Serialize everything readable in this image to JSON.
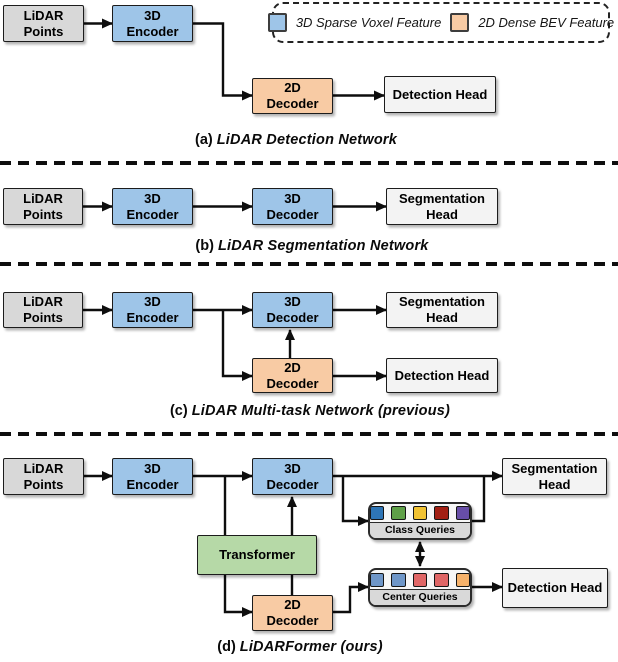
{
  "figure": {
    "colors": {
      "voxel_blue": "#9EC5E8",
      "bev_orange": "#F8CBA4",
      "transformer_green": "#B6D9A7",
      "input_gray": "#D8D8D8",
      "head_gray": "#F3F3F3"
    },
    "legend": {
      "items": [
        {
          "label": "3D Sparse Voxel Feature",
          "color": "#9EC5E8"
        },
        {
          "label": "2D Dense BEV Feature",
          "color": "#F8CBA4"
        }
      ]
    },
    "sections": {
      "a": {
        "caption_index": "(a)",
        "caption_title": "LiDAR Detection Network",
        "nodes": {
          "lidar_points": "LiDAR\nPoints",
          "encoder_3d": "3D\nEncoder",
          "decoder_2d": "2D\nDecoder",
          "detection_head": "Detection Head"
        }
      },
      "b": {
        "caption_index": "(b)",
        "caption_title": "LiDAR Segmentation Network",
        "nodes": {
          "lidar_points": "LiDAR\nPoints",
          "encoder_3d": "3D\nEncoder",
          "decoder_3d": "3D\nDecoder",
          "segmentation_head": "Segmentation\nHead"
        }
      },
      "c": {
        "caption_index": "(c)",
        "caption_title": "LiDAR Multi-task Network (previous)",
        "nodes": {
          "lidar_points": "LiDAR\nPoints",
          "encoder_3d": "3D\nEncoder",
          "decoder_3d": "3D\nDecoder",
          "decoder_2d": "2D\nDecoder",
          "segmentation_head": "Segmentation\nHead",
          "detection_head": "Detection Head"
        }
      },
      "d": {
        "caption_index": "(d)",
        "caption_title": "LiDARFormer (ours)",
        "nodes": {
          "lidar_points": "LiDAR\nPoints",
          "encoder_3d": "3D\nEncoder",
          "decoder_3d": "3D\nDecoder",
          "transformer": "Transformer",
          "decoder_2d": "2D\nDecoder",
          "segmentation_head": "Segmentation\nHead",
          "detection_head": "Detection Head"
        },
        "class_queries": {
          "label": "Class Queries",
          "colors": [
            "#2E75B6",
            "#5FA048",
            "#F1C232",
            "#A32014",
            "#674EA7"
          ]
        },
        "center_queries": {
          "label": "Center Queries",
          "colors": [
            "#6E96C8",
            "#6E96C8",
            "#E06666",
            "#E06666",
            "#F6B26B"
          ]
        }
      }
    }
  }
}
